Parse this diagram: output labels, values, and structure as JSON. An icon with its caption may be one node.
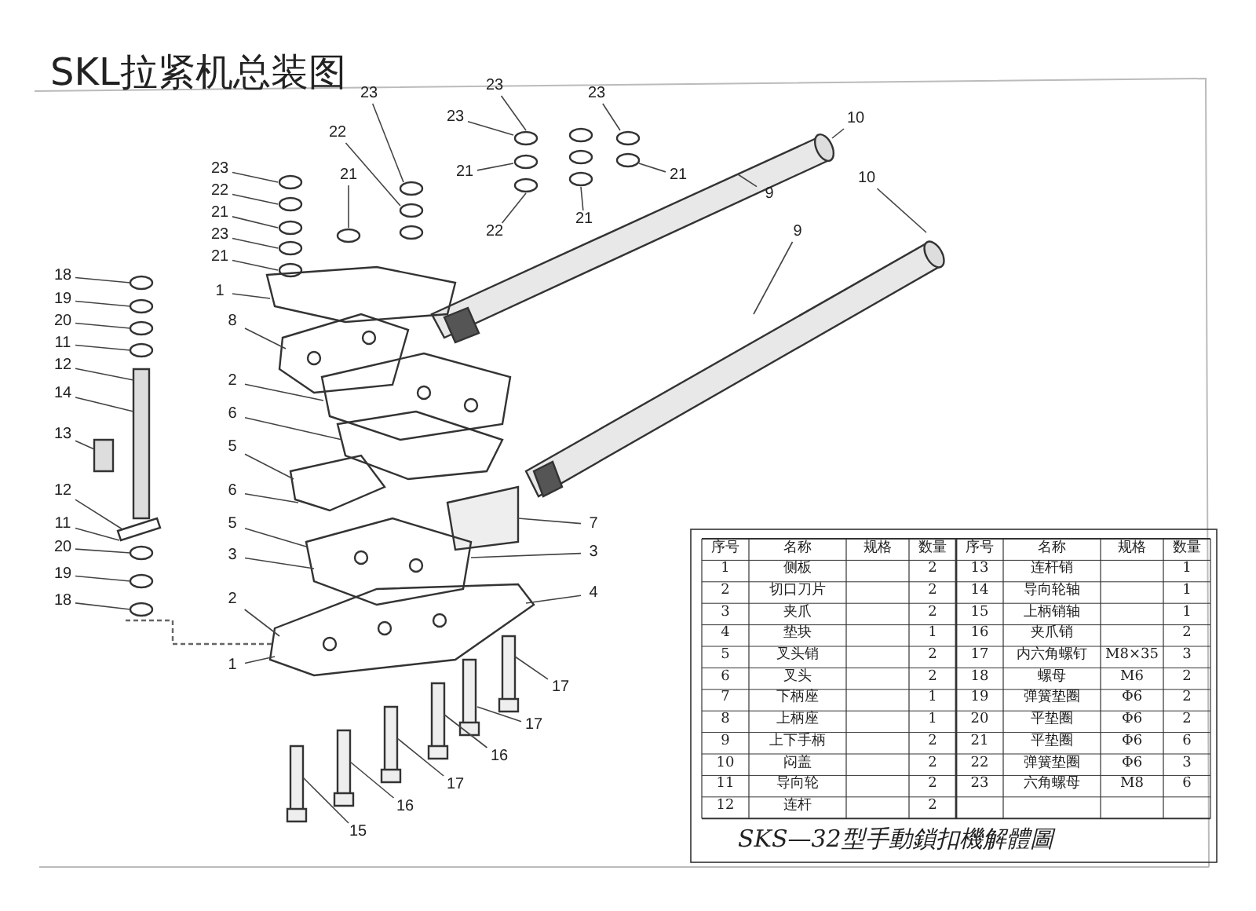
{
  "diagram": {
    "title": "SKL拉紧机总装图",
    "caption": "SKS—32型手動鎖扣機解體圖",
    "nodes": [
      {
        "text": [
          "23"
        ]
      },
      {
        "text": [
          "23"
        ]
      },
      {
        "text": [
          "23"
        ]
      },
      {
        "text": [
          "23"
        ]
      },
      {
        "text": [
          "22"
        ]
      },
      {
        "text": [
          "21"
        ]
      },
      {
        "text": [
          "21"
        ]
      },
      {
        "text": [
          "22"
        ]
      },
      {
        "text": [
          "21"
        ]
      },
      {
        "text": [
          "21"
        ]
      },
      {
        "text": [
          "23"
        ]
      },
      {
        "text": [
          "22"
        ]
      },
      {
        "text": [
          "21"
        ]
      },
      {
        "text": [
          "23"
        ]
      },
      {
        "text": [
          "21"
        ]
      },
      {
        "text": [
          "1"
        ]
      },
      {
        "text": [
          "10"
        ]
      },
      {
        "text": [
          "9"
        ]
      },
      {
        "text": [
          "10"
        ]
      },
      {
        "text": [
          "9"
        ]
      },
      {
        "text": [
          "18"
        ]
      },
      {
        "text": [
          "19"
        ]
      },
      {
        "text": [
          "20"
        ]
      },
      {
        "text": [
          "11"
        ]
      },
      {
        "text": [
          "12"
        ]
      },
      {
        "text": [
          "14"
        ]
      },
      {
        "text": [
          "13"
        ]
      },
      {
        "text": [
          "12"
        ]
      },
      {
        "text": [
          "11"
        ]
      },
      {
        "text": [
          "20"
        ]
      },
      {
        "text": [
          "19"
        ]
      },
      {
        "text": [
          "18"
        ]
      },
      {
        "text": [
          "8"
        ]
      },
      {
        "text": [
          "2"
        ]
      },
      {
        "text": [
          "6"
        ]
      },
      {
        "text": [
          "5"
        ]
      },
      {
        "text": [
          "6"
        ]
      },
      {
        "text": [
          "5"
        ]
      },
      {
        "text": [
          "3"
        ]
      },
      {
        "text": [
          "2"
        ]
      },
      {
        "text": [
          "1"
        ]
      },
      {
        "text": [
          "7"
        ]
      },
      {
        "text": [
          "3"
        ]
      },
      {
        "text": [
          "4"
        ]
      },
      {
        "text": [
          "17"
        ]
      },
      {
        "text": [
          "17"
        ]
      },
      {
        "text": [
          "16"
        ]
      },
      {
        "text": [
          "17"
        ]
      },
      {
        "text": [
          "16"
        ]
      },
      {
        "text": [
          "15"
        ]
      }
    ],
    "edges": [
      {
        "from": 0,
        "to": null,
        "arrow": "none"
      },
      {
        "from": 1,
        "to": null,
        "arrow": "none"
      },
      {
        "from": 2,
        "to": null,
        "arrow": "none"
      },
      {
        "from": 3,
        "to": null,
        "arrow": "none"
      },
      {
        "from": 4,
        "to": null,
        "arrow": "none"
      },
      {
        "from": 5,
        "to": null,
        "arrow": "none"
      },
      {
        "from": 6,
        "to": null,
        "arrow": "none"
      },
      {
        "from": 7,
        "to": null,
        "arrow": "none"
      },
      {
        "from": 8,
        "to": null,
        "arrow": "none"
      },
      {
        "from": 9,
        "to": null,
        "arrow": "none"
      },
      {
        "from": 10,
        "to": null,
        "arrow": "none"
      },
      {
        "from": 11,
        "to": null,
        "arrow": "none"
      },
      {
        "from": 12,
        "to": null,
        "arrow": "none"
      },
      {
        "from": 13,
        "to": null,
        "arrow": "none"
      },
      {
        "from": 14,
        "to": null,
        "arrow": "none"
      },
      {
        "from": 15,
        "to": null,
        "arrow": "none"
      },
      {
        "from": 16,
        "to": null,
        "arrow": "none"
      },
      {
        "from": 17,
        "to": null,
        "arrow": "none"
      },
      {
        "from": 18,
        "to": null,
        "arrow": "none"
      },
      {
        "from": 19,
        "to": null,
        "arrow": "none"
      },
      {
        "from": 20,
        "to": null,
        "arrow": "none"
      },
      {
        "from": 21,
        "to": null,
        "arrow": "none"
      },
      {
        "from": 22,
        "to": null,
        "arrow": "none"
      },
      {
        "from": 23,
        "to": null,
        "arrow": "none"
      },
      {
        "from": 24,
        "to": null,
        "arrow": "none"
      },
      {
        "from": 25,
        "to": null,
        "arrow": "none"
      },
      {
        "from": 26,
        "to": null,
        "arrow": "none"
      },
      {
        "from": 27,
        "to": null,
        "arrow": "none"
      },
      {
        "from": 28,
        "to": null,
        "arrow": "none"
      },
      {
        "from": 29,
        "to": null,
        "arrow": "none"
      },
      {
        "from": 30,
        "to": null,
        "arrow": "none"
      },
      {
        "from": 31,
        "to": null,
        "arrow": "none"
      },
      {
        "from": 32,
        "to": null,
        "arrow": "none"
      },
      {
        "from": 33,
        "to": null,
        "arrow": "none"
      },
      {
        "from": 34,
        "to": null,
        "arrow": "none"
      },
      {
        "from": 35,
        "to": null,
        "arrow": "none"
      },
      {
        "from": 36,
        "to": null,
        "arrow": "none"
      },
      {
        "from": 37,
        "to": null,
        "arrow": "none"
      },
      {
        "from": 38,
        "to": null,
        "arrow": "none"
      },
      {
        "from": 39,
        "to": null,
        "arrow": "none"
      },
      {
        "from": 40,
        "to": null,
        "arrow": "none"
      },
      {
        "from": 41,
        "to": null,
        "arrow": "none"
      },
      {
        "from": 42,
        "to": null,
        "arrow": "none"
      },
      {
        "from": 43,
        "to": null,
        "arrow": "none"
      },
      {
        "from": 44,
        "to": null,
        "arrow": "none"
      },
      {
        "from": 45,
        "to": null,
        "arrow": "none"
      },
      {
        "from": 46,
        "to": null,
        "arrow": "none"
      },
      {
        "from": 47,
        "to": null,
        "arrow": "none"
      },
      {
        "from": 48,
        "to": null,
        "arrow": "none"
      },
      {
        "from": 49,
        "to": null,
        "arrow": "none"
      }
    ],
    "labels": [
      "序号",
      "名称",
      "规格",
      "数量",
      "序号",
      "名称",
      "规格",
      "数量",
      "1",
      "侧板",
      "2",
      "13",
      "连杆销",
      "1",
      "2",
      "切口刀片",
      "2",
      "14",
      "导向轮轴",
      "1",
      "3",
      "夹爪",
      "2",
      "15",
      "上柄销轴",
      "1",
      "4",
      "垫块",
      "1",
      "16",
      "夹爪销",
      "2",
      "5",
      "叉头销",
      "2",
      "17",
      "内六角螺钉",
      "M8×35",
      "3",
      "6",
      "叉头",
      "2",
      "18",
      "螺母",
      "M6",
      "2",
      "7",
      "下柄座",
      "1",
      "19",
      "弹簧垫圈",
      "Φ6",
      "2",
      "8",
      "上柄座",
      "1",
      "20",
      "平垫圈",
      "Φ6",
      "2",
      "9",
      "上下手柄",
      "2",
      "21",
      "平垫圈",
      "Φ6",
      "6",
      "10",
      "闷盖",
      "2",
      "22",
      "弹簧垫圈",
      "Φ6",
      "3",
      "11",
      "导向轮",
      "2",
      "23",
      "六角螺母",
      "M8",
      "6",
      "12",
      "连杆",
      "2"
    ]
  }
}
